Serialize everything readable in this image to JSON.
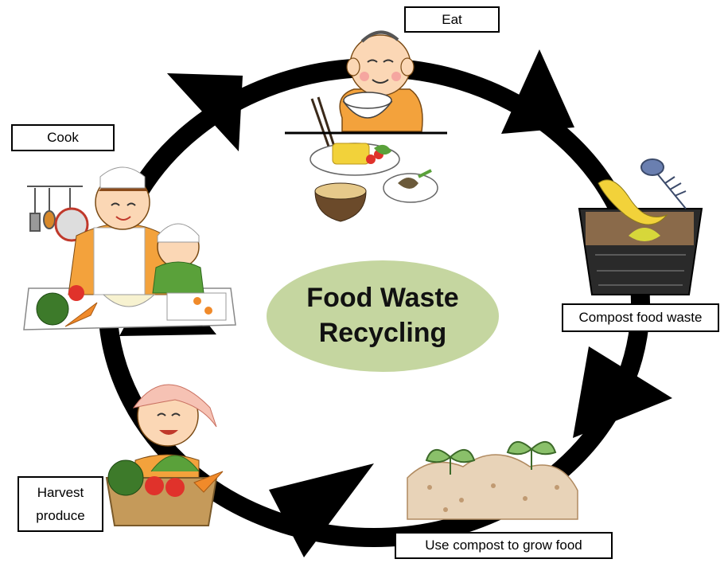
{
  "center": {
    "line1": "Food Waste",
    "line2": "Recycling"
  },
  "stages": {
    "eat": "Eat",
    "compost": "Compost food waste",
    "grow": "Use compost to grow food",
    "harvest_line1": "Harvest",
    "harvest_line2": "produce",
    "cook": "Cook"
  },
  "colors": {
    "cycle_arrow": "#000000",
    "title_ellipse": "#c5d6a0",
    "skin": "#fbd7b5",
    "orange_shirt": "#f3a23c",
    "leaf_green": "#5aa13a"
  },
  "icons": [
    "diner-eating-icon",
    "compost-basket-icon",
    "sprouting-soil-icon",
    "harvest-basket-icon",
    "cooking-family-icon"
  ]
}
